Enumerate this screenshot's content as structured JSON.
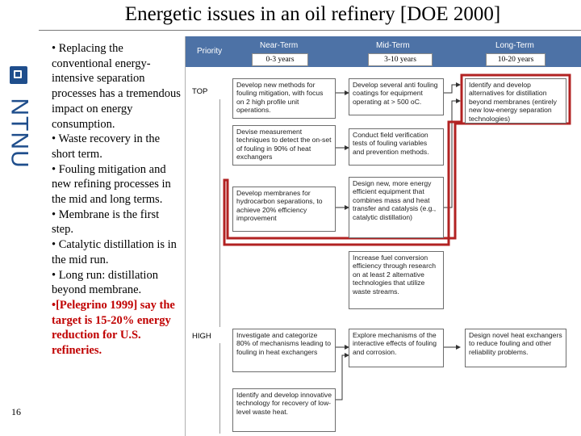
{
  "title": "Energetic issues in an oil refinery [DOE 2000]",
  "brand": {
    "text": "NTNU"
  },
  "page_number": "16",
  "bullets": [
    {
      "text": "• Replacing the conventional energy-intensive separation processes has a tremendous impact on energy consumption.",
      "emphasis": false
    },
    {
      "text": "• Waste recovery in the short term.",
      "emphasis": false
    },
    {
      "text": "• Fouling mitigation and new refining processes in the mid and long terms.",
      "emphasis": false
    },
    {
      "text": "• Membrane is the first step.",
      "emphasis": false
    },
    {
      "text": "• Catalytic distillation is in the mid run.",
      "emphasis": false
    },
    {
      "text": "• Long run: distillation beyond membrane.",
      "emphasis": false
    },
    {
      "text": "•[Pelegrino 1999] say the target is 15-20% energy reduction for U.S. refineries.",
      "emphasis": true
    }
  ],
  "roadmap": {
    "header": {
      "priority": "Priority",
      "near_term": "Near-Term",
      "mid_term": "Mid-Term",
      "long_term": "Long-Term",
      "near_years": "0-3 years",
      "mid_years": "3-10 years",
      "long_years": "10-20 years"
    },
    "levels": {
      "top": "TOP",
      "high": "HIGH"
    },
    "boxes": {
      "near_1": "Develop new methods for fouling mitigation, with focus on 2 high profile unit operations.",
      "near_2": "Devise measurement techniques to detect the on-set of fouling in 90% of heat exchangers",
      "near_3": "Develop membranes for hydrocarbon separations, to achieve 20% efficiency improvement",
      "near_4": "Investigate and categorize 80% of mechanisms leading to fouling in heat exchangers",
      "near_5": "Identify and develop innovative technology for recovery of low-level waste heat.",
      "mid_1": "Develop several anti fouling coatings for equipment operating at > 500 oC.",
      "mid_2": "Conduct field verification tests of fouling variables and prevention methods.",
      "mid_3": "Design new, more energy efficient equipment that combines mass and heat transfer and catalysis (e.g., catalytic distillation)",
      "mid_4": "Increase fuel conversion efficiency through research on at least 2 alternative technologies that utilize waste streams.",
      "mid_5": "Explore mechanisms of the interactive effects of fouling and corrosion.",
      "long_1": "Identify and develop alternatives for distillation beyond membranes (entirely new low-energy separation technologies)",
      "long_2": "Design novel heat exchangers to reduce fouling and other reliability problems."
    },
    "colors": {
      "header": "#4d72a6",
      "highlight": "#b22222",
      "text_red": "#c00000",
      "brand": "#1f4e8c"
    }
  }
}
